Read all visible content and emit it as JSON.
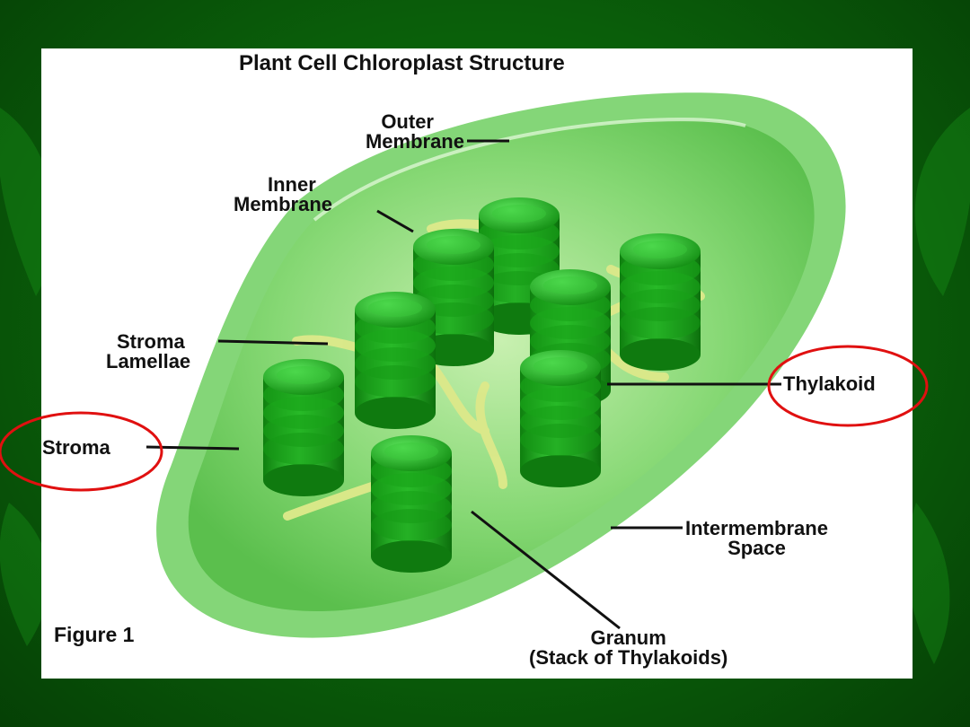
{
  "diagram": {
    "title": "Plant Cell Chloroplast Structure",
    "figure_label": "Figure 1",
    "labels": {
      "outer_membrane": [
        "Outer",
        "Membrane"
      ],
      "inner_membrane": [
        "Inner",
        "Membrane"
      ],
      "stroma_lamellae": [
        "Stroma",
        "Lamellae"
      ],
      "stroma": "Stroma",
      "thylakoid": "Thylakoid",
      "intermembrane_space": [
        "Intermembrane",
        "Space"
      ],
      "granum": [
        "Granum",
        "(Stack of Thylakoids)"
      ]
    },
    "highlighted_labels": [
      "Stroma",
      "Thylakoid"
    ]
  },
  "colors": {
    "slide_background": "#0a5e0a",
    "panel_background": "#ffffff",
    "chloroplast_body": "#7fd46f",
    "granum": "#1fa71f",
    "lamellae": "#d9e77a",
    "highlight_circle": "#e01010"
  }
}
